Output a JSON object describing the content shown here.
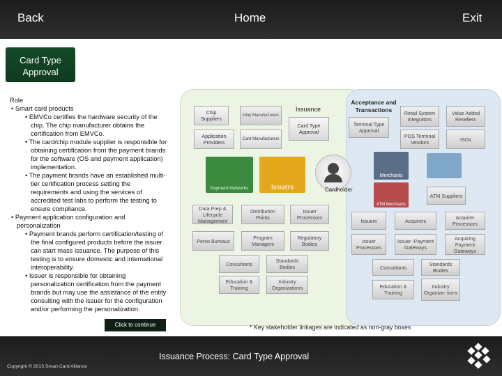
{
  "nav": {
    "back": "Back",
    "home": "Home",
    "exit": "Exit"
  },
  "title_card": {
    "line1": "Card Type",
    "line2": "Approval"
  },
  "role": {
    "heading": "Role",
    "lines": [
      {
        "level": 1,
        "text": "• Smart card products"
      },
      {
        "level": 2,
        "text": "• EMVCo certifies the hardware security of the chip. The chip manufacturer obtains the certification from EMVCo."
      },
      {
        "level": 2,
        "text": "• The card/chip module supplier is responsible for obtaining certification from the payment brands for the software (OS and payment application) implementation."
      },
      {
        "level": 2,
        "text": "• The payment brands have an established multi-tier certification process setting the requirements and using the services of accredited test labs to perform the testing to ensure compliance."
      },
      {
        "level": 1,
        "text": "• Payment application configuration and personalization"
      },
      {
        "level": 2,
        "text": "• Payment brands perform certification/testing of the final configured products before the issuer can start mass issuance. The purpose of this testing is to ensure domestic and international interoperability."
      },
      {
        "level": 2,
        "text": "• Issuer is responsible for obtaining personalization certification from the payment brands but may use the assistance of the entity consulting with the issuer for the configuration and/or performing the personalization."
      }
    ]
  },
  "continue_label": "Click to continue",
  "diagram": {
    "issuance_label": "Issuance",
    "acceptance_label": "Acceptance and Transactions",
    "cardholder_label": "Cardholder",
    "payment_networks_caption": "Payment Networks",
    "issuers_caption": "Issuers",
    "merchants_caption": "Merchants",
    "atm_caption": "ATM Merchants",
    "boxes": {
      "chip_suppliers": "Chip Suppliers",
      "inlay_manufacturers": "Inlay Manufacturers",
      "application_providers": "Application Providers",
      "card_manufacturers": "Card Manufacturers",
      "card_type_approval": "Card Type Approval",
      "data_prep": "Data Prep & Lifecycle Management",
      "distribution_points": "Distribution Points",
      "issuer_processors": "Issuer Processors",
      "perso_bureaus": "Perso Bureaus",
      "program_managers": "Program Managers",
      "regulatory_bodies": "Regulatory Bodies",
      "consultants_left": "Consultants",
      "standards_bodies_left": "Standards Bodies",
      "education_training_left": "Education & Training",
      "industry_orgs_left": "Industry Organizations",
      "terminal_type_approval": "Terminal Type Approval",
      "retail_system_integrators": "Retail System Integrators",
      "value_added_resellers": "Value Added Resellers",
      "pos_terminal_vendors": "POS Terminal Vendors",
      "isos": "ISOs",
      "atm_suppliers": "ATM Suppliers",
      "issuers": "Issuers",
      "acquirers": "Acquirers",
      "acquirer_processors": "Acquirer Processors",
      "issuer_processors_right": "Issuer Processors",
      "issuer_payment_gateways": "Issuer -Payment Gateways",
      "acquiring_payment_gateways": "Acquiring Payment Gateways",
      "consultants_right": "Consultants",
      "standards_bodies_right": "Standards Bodies",
      "education_training_right": "Education & Training",
      "industry_orgs_right": "Industry Organiza- tions"
    }
  },
  "footnote": "* Key stakeholder linkages are indicated as non-gray boxes",
  "page_title": "Issuance Process:  Card Type Approval",
  "copyright": "Copyright © 2013 Smart Card Alliance"
}
